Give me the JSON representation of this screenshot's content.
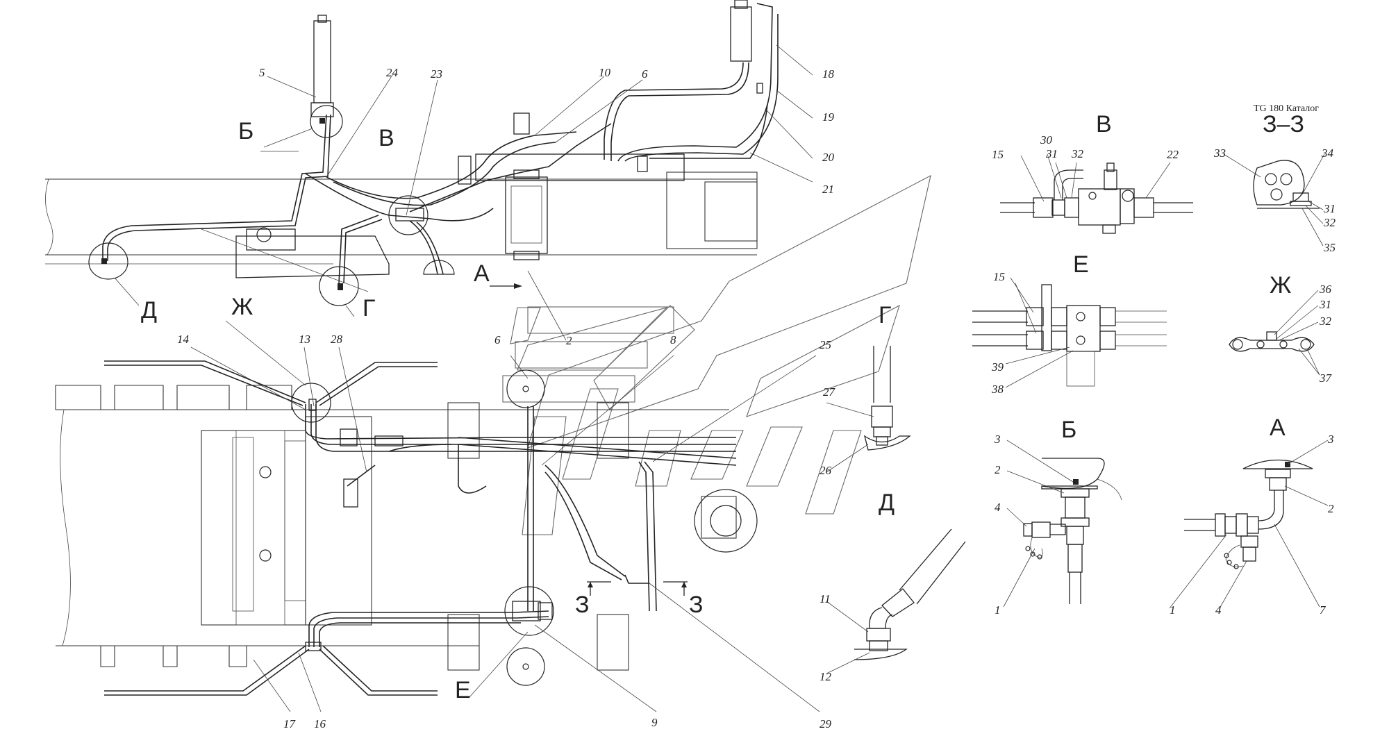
{
  "caption": "TG 180 Каталог",
  "views": {
    "B_top": "Б",
    "V_top": "В",
    "D_top": "Д",
    "G_top": "Г",
    "A_arrow": "А",
    "Zh_top": "Ж",
    "E_bottom": "Е",
    "Z_left": "З",
    "Z_right": "З",
    "G_detail": "Г",
    "D_detail": "Д",
    "V_detail": "В",
    "ZZ_detail": "З–З",
    "E_detail": "Е",
    "Zh_detail": "Ж",
    "B_detail": "Б",
    "A_detail": "А"
  },
  "labels": {
    "n5": "5",
    "n24": "24",
    "n23": "23",
    "n10": "10",
    "n6a": "6",
    "n18": "18",
    "n19": "19",
    "n20": "20",
    "n21": "21",
    "n2a": "2",
    "n14": "14",
    "n13": "13",
    "n28": "28",
    "n6b": "6",
    "n8": "8",
    "n25": "25",
    "n27": "27",
    "n26": "26",
    "n17": "17",
    "n16": "16",
    "n9": "9",
    "n29": "29",
    "n11": "11",
    "n12": "12",
    "v15": "15",
    "v30": "30",
    "v31": "31",
    "v32": "32",
    "v22": "22",
    "z33": "33",
    "z34": "34",
    "z31": "31",
    "z32": "32",
    "z35": "35",
    "e15": "15",
    "e39": "39",
    "e38": "38",
    "j36": "36",
    "j31": "31",
    "j32": "32",
    "j37": "37",
    "b3": "3",
    "b2": "2",
    "b4": "4",
    "b1": "1",
    "a3": "3",
    "a2": "2",
    "a1": "1",
    "a4": "4",
    "a7": "7"
  }
}
